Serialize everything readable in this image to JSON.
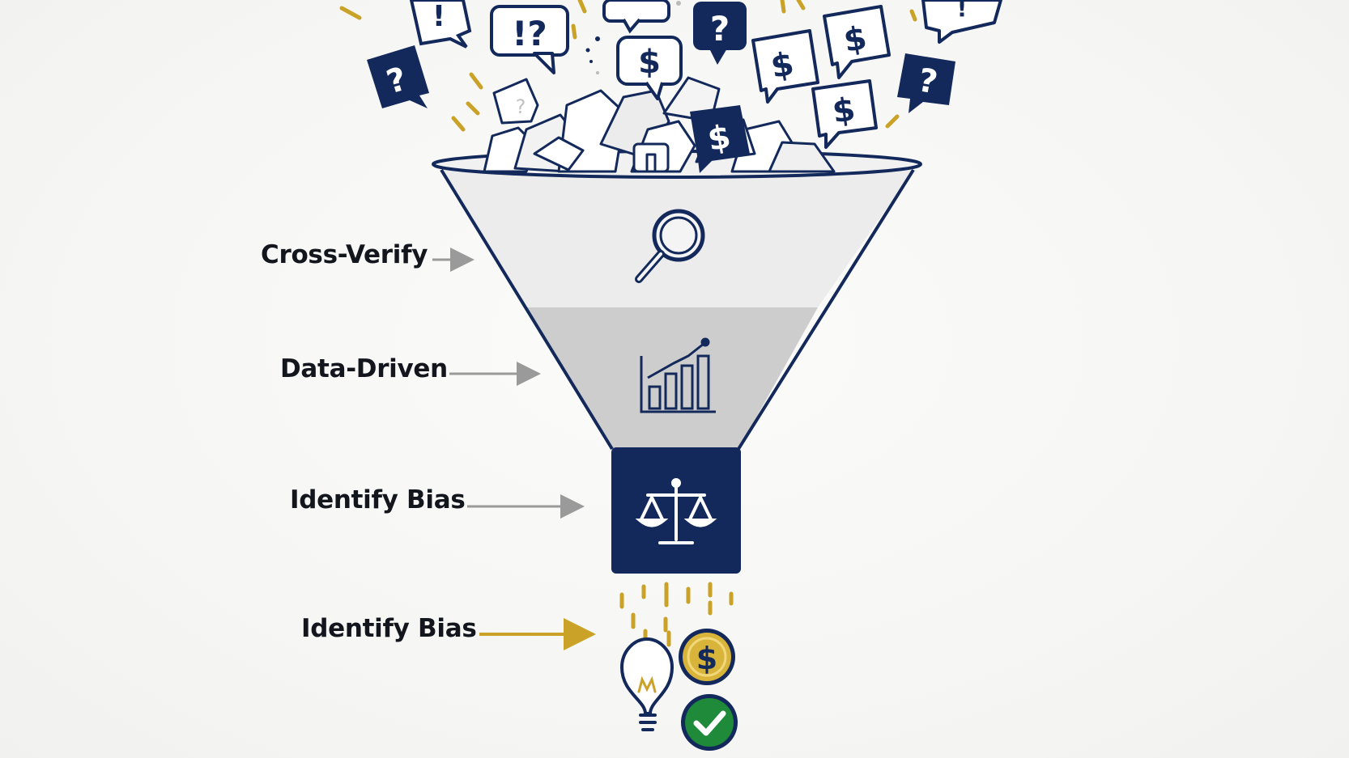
{
  "labels": [
    {
      "id": "cross-verify",
      "text": "Cross-Verify"
    },
    {
      "id": "data-driven",
      "text": "Data-Driven"
    },
    {
      "id": "identify-bias-1",
      "text": "Identify Bias"
    },
    {
      "id": "identify-bias-2",
      "text": "Identify Bias"
    }
  ],
  "bubbles": {
    "question": "?",
    "exclaim": "!",
    "interrobang": "!?",
    "dollar": "$"
  },
  "icons": {
    "stage_1": "magnifying-glass-icon",
    "stage_2": "bar-chart-icon",
    "stage_3": "balance-scale-icon",
    "output": [
      "coin-dollar-icon",
      "light-bulb-icon",
      "check-circle-icon"
    ]
  },
  "colors": {
    "navy": "#13295b",
    "gold": "#c9a227",
    "green": "#1e8a3a",
    "gray_arrow": "#9a9a9a",
    "funnel_top": "#ececec",
    "funnel_mid": "#cfcfcf"
  }
}
